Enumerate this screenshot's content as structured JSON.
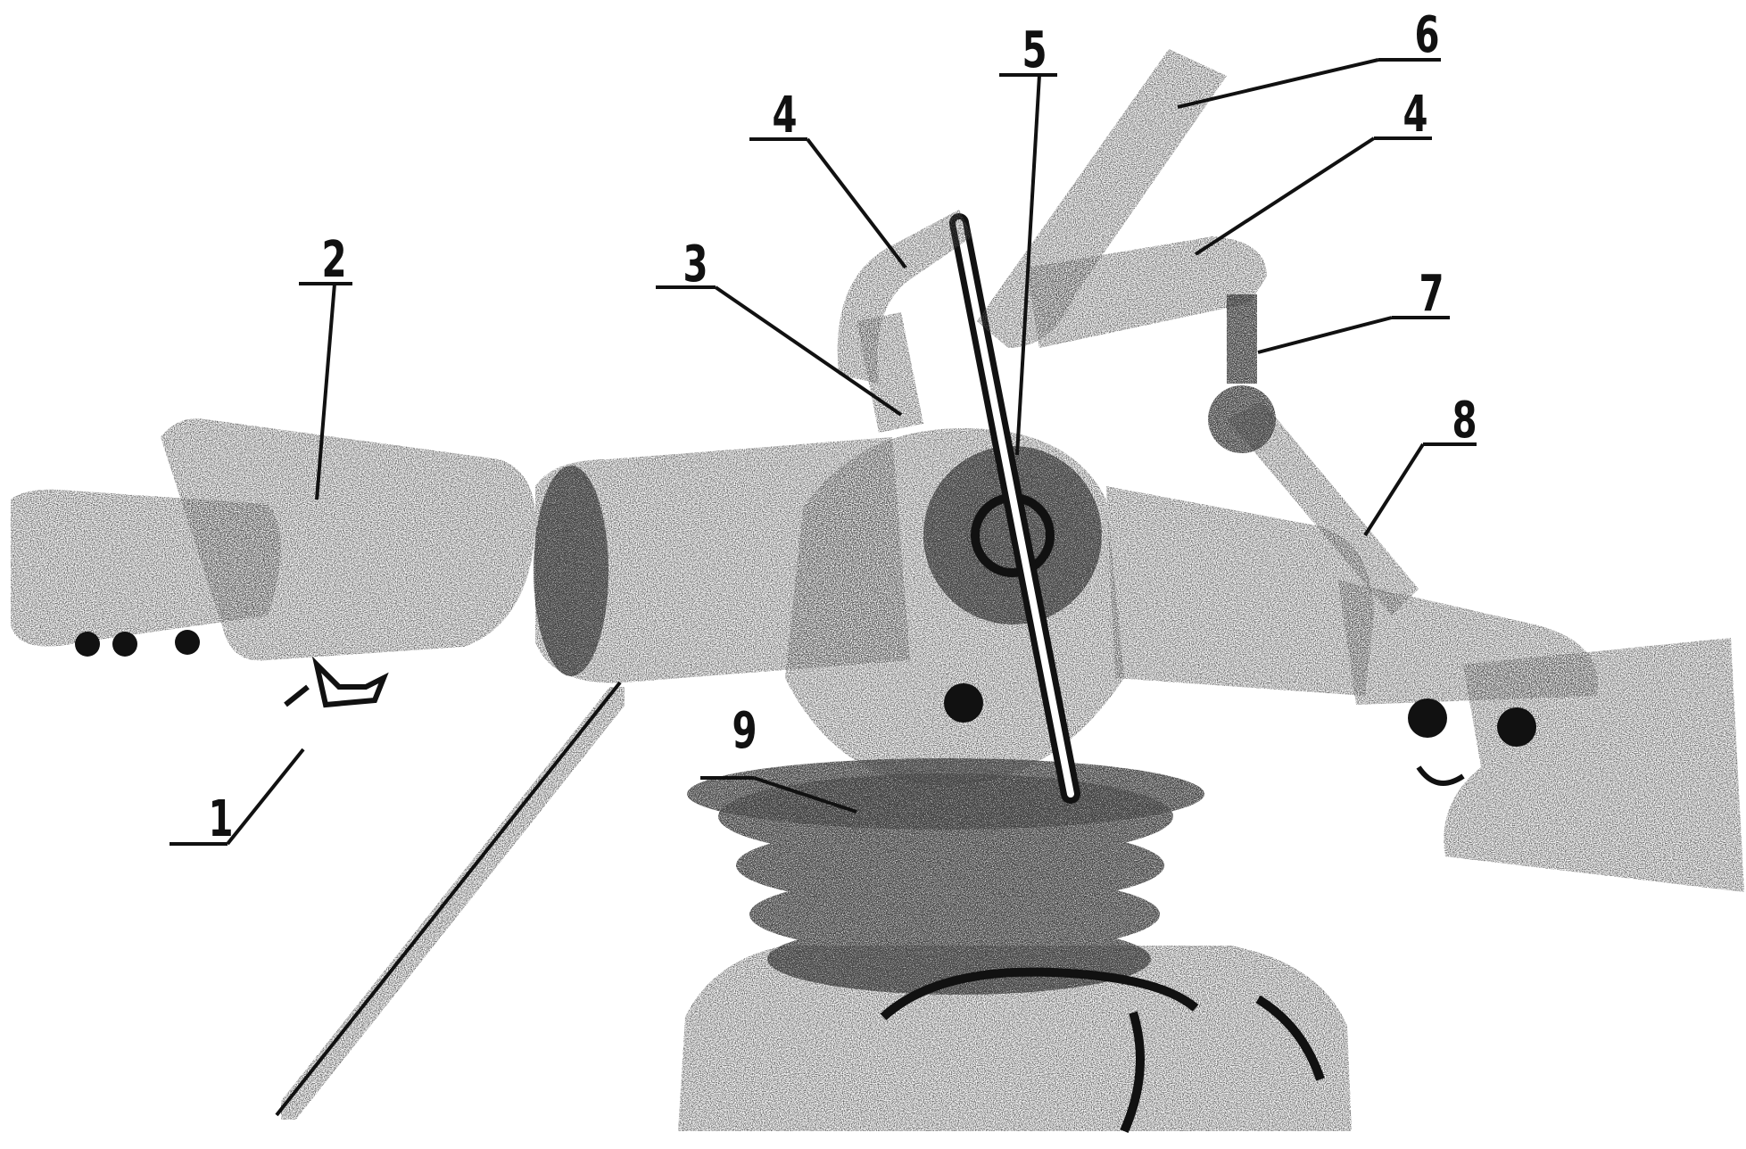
{
  "figure": {
    "ink_color": "#111111",
    "paper_color": "#ffffff",
    "illustration": "stipple-engraving-rotor-hub",
    "callouts": [
      {
        "id": "c1",
        "label": "1"
      },
      {
        "id": "c2",
        "label": "2"
      },
      {
        "id": "c3",
        "label": "3"
      },
      {
        "id": "c4a",
        "label": "4"
      },
      {
        "id": "c5",
        "label": "5"
      },
      {
        "id": "c6",
        "label": "6"
      },
      {
        "id": "c4b",
        "label": "4"
      },
      {
        "id": "c7",
        "label": "7"
      },
      {
        "id": "c8",
        "label": "8"
      },
      {
        "id": "c9",
        "label": "9"
      }
    ]
  }
}
